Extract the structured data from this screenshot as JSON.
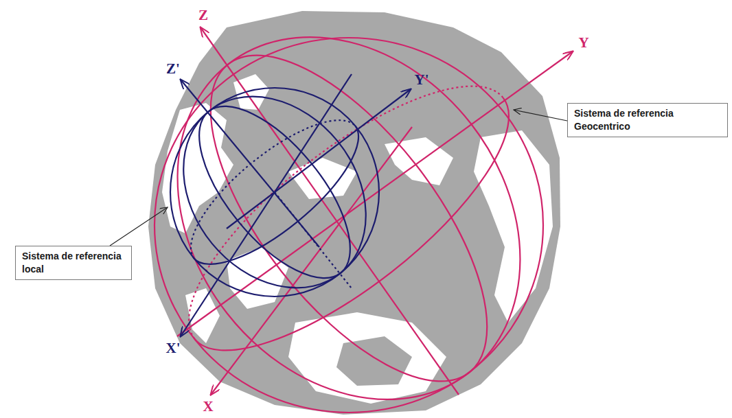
{
  "diagram": {
    "nodes": [
      {
        "text": [
          "Sistema de referencia Geocentrico"
        ]
      },
      {
        "text": [
          "Sistema de referencia local"
        ]
      }
    ],
    "labels": [
      "Z",
      "Y",
      "Z'",
      "Y'",
      "X'",
      "X"
    ]
  }
}
